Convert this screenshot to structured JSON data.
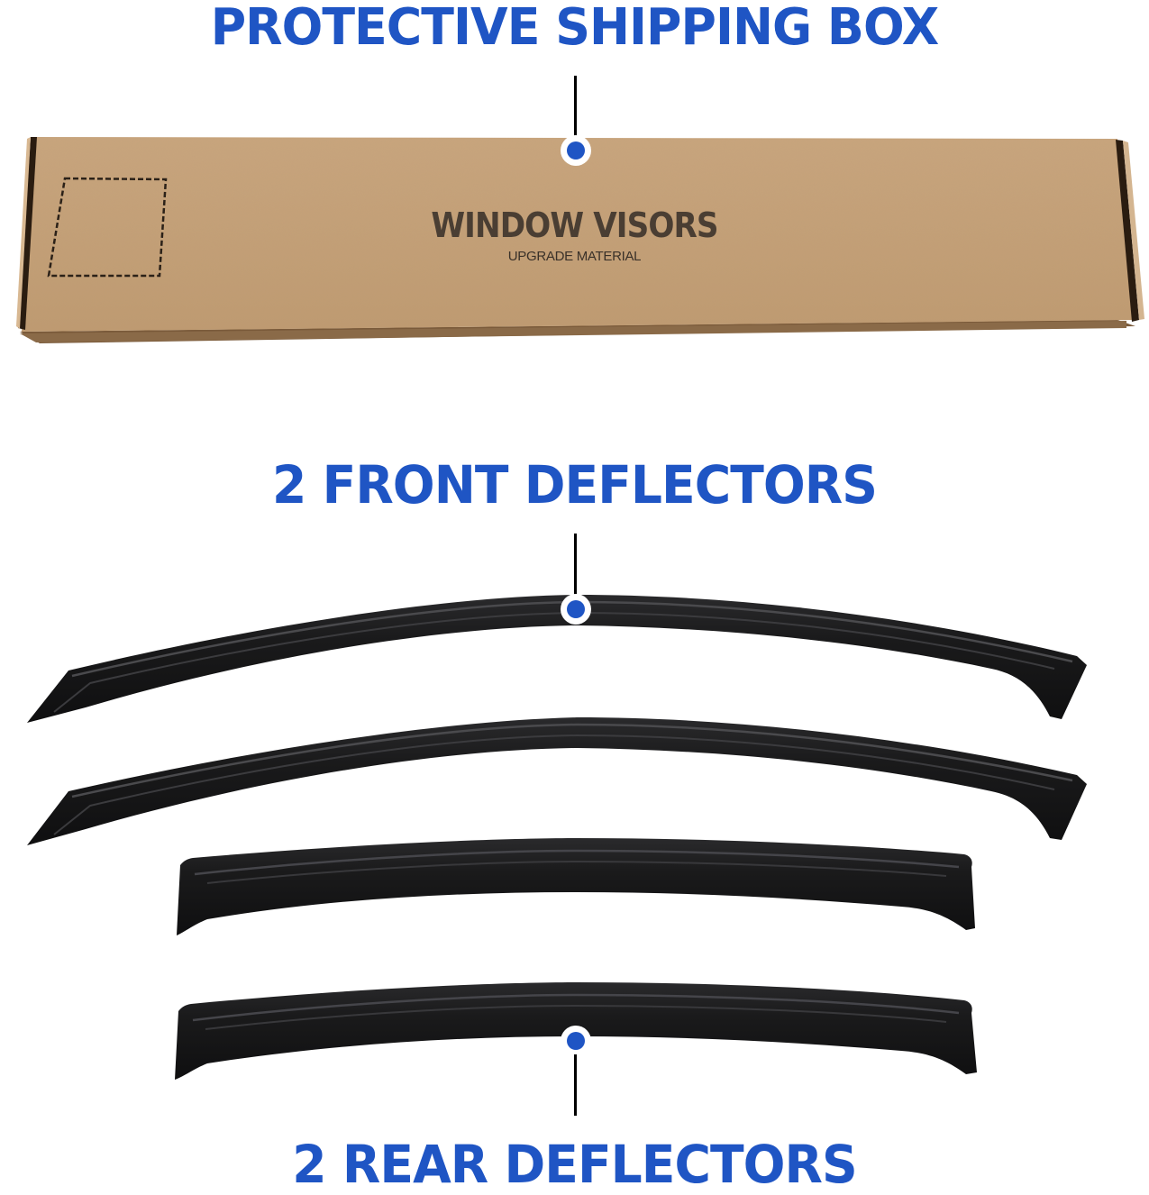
{
  "headings": {
    "box": "PROTECTIVE SHIPPING BOX",
    "front": "2 FRONT DEFLECTORS",
    "rear": "2 REAR DEFLECTORS"
  },
  "box": {
    "title": "WINDOW VISORS",
    "subtitle": "UPGRADE MATERIAL"
  },
  "colors": {
    "accent": "#1f55c4",
    "cardboard": "#c49e76",
    "deflector": "#1b1b1c"
  },
  "items": [
    {
      "name": "Protective shipping box",
      "count": 1
    },
    {
      "name": "Front deflector",
      "count": 2
    },
    {
      "name": "Rear deflector",
      "count": 2
    }
  ]
}
